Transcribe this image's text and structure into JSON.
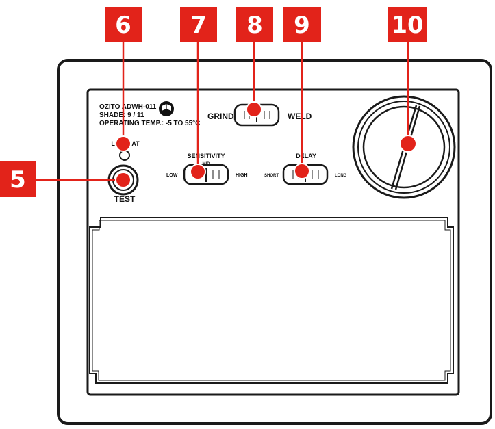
{
  "spec_lines": [
    "OZITO ADWH-011",
    "SHADE: 9 / 11",
    "OPERATING TEMP.: -5 TO 55°C"
  ],
  "low_bat_label": "LOW BAT",
  "test_label": "TEST",
  "grind_label": "GRIND",
  "weld_label": "WELD",
  "sensitivity": {
    "title": "SENSITIVITY",
    "mid": "MID",
    "low": "LOW",
    "high": "HIGH"
  },
  "delay": {
    "title": "DELAY",
    "short": "SHORT",
    "long": "LONG"
  },
  "callouts": [
    "5",
    "6",
    "7",
    "8",
    "9",
    "10"
  ],
  "colors": {
    "callout_red": "#e2231a",
    "outline": "#1a1a1a"
  },
  "icons": [
    "manual-book-icon"
  ]
}
